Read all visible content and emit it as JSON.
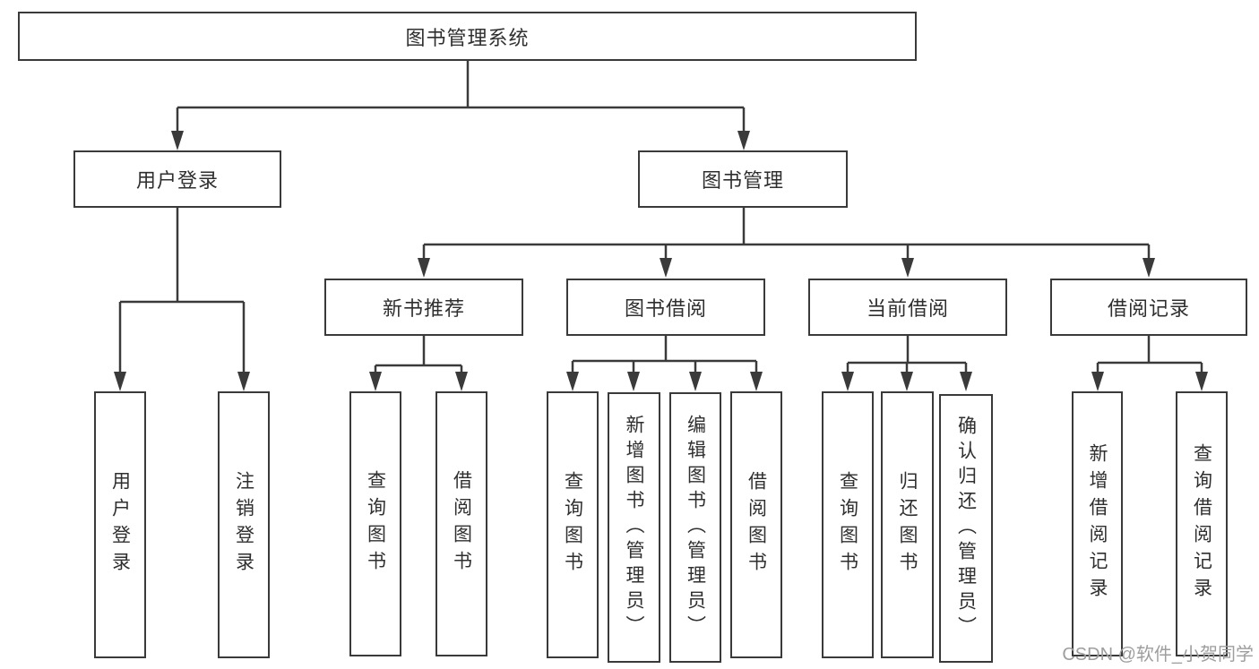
{
  "tree": {
    "label": "图书管理系统",
    "children": [
      {
        "label": "用户登录",
        "children": [
          {
            "label": "用户登录"
          },
          {
            "label": "注销登录"
          }
        ]
      },
      {
        "label": "图书管理",
        "children": [
          {
            "label": "新书推荐",
            "children": [
              {
                "label": "查询图书"
              },
              {
                "label": "借阅图书"
              }
            ]
          },
          {
            "label": "图书借阅",
            "children": [
              {
                "label": "查询图书"
              },
              {
                "label": "新增图书（管理员）"
              },
              {
                "label": "编辑图书（管理员）"
              },
              {
                "label": "借阅图书"
              }
            ]
          },
          {
            "label": "当前借阅",
            "children": [
              {
                "label": "查询图书"
              },
              {
                "label": "归还图书"
              },
              {
                "label": "确认归还（管理员）"
              }
            ]
          },
          {
            "label": "借阅记录",
            "children": [
              {
                "label": "新增借阅记录"
              },
              {
                "label": "查询借阅记录"
              }
            ]
          }
        ]
      }
    ]
  },
  "watermark": {
    "text": "CSDN @软件_小贺同学"
  },
  "colors": {
    "line": "#3a3a3a",
    "text": "#2f2f2f",
    "watermark": "#9e9e9e",
    "background": "#ffffff"
  }
}
